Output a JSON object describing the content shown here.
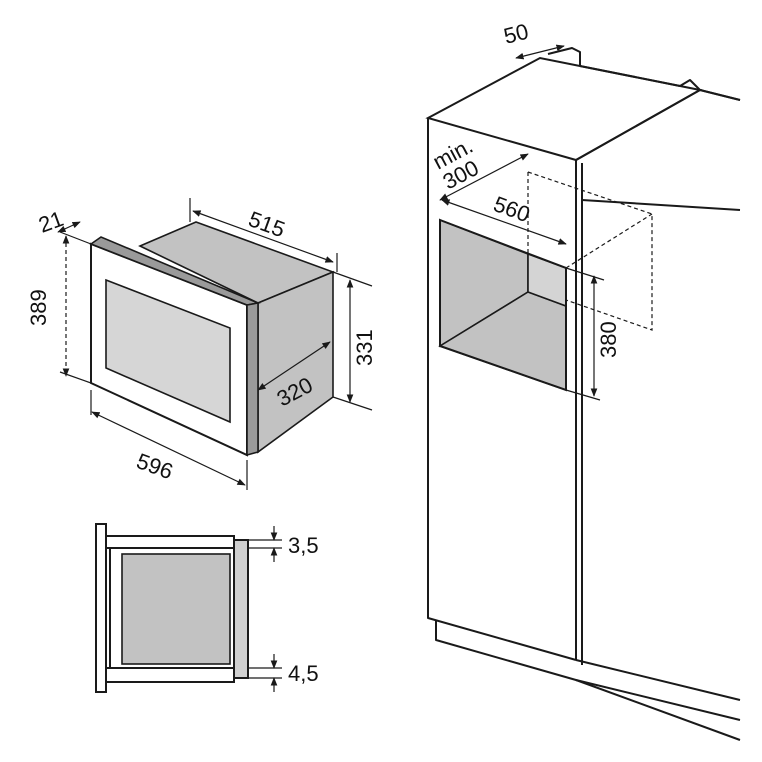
{
  "dimensions": {
    "oven_frame_depth": "21",
    "oven_depth": "515",
    "oven_height": "389",
    "oven_body_height": "331",
    "oven_inner_depth": "320",
    "oven_width": "596",
    "side_top_gap": "3,5",
    "side_bottom_gap": "4,5",
    "cabinet_rear_gap": "50",
    "niche_min_depth_label": "min.",
    "niche_min_depth": "300",
    "niche_width": "560",
    "niche_height": "380"
  },
  "colors": {
    "line": "#1a1a1a",
    "grey": "#c2c2c2"
  }
}
